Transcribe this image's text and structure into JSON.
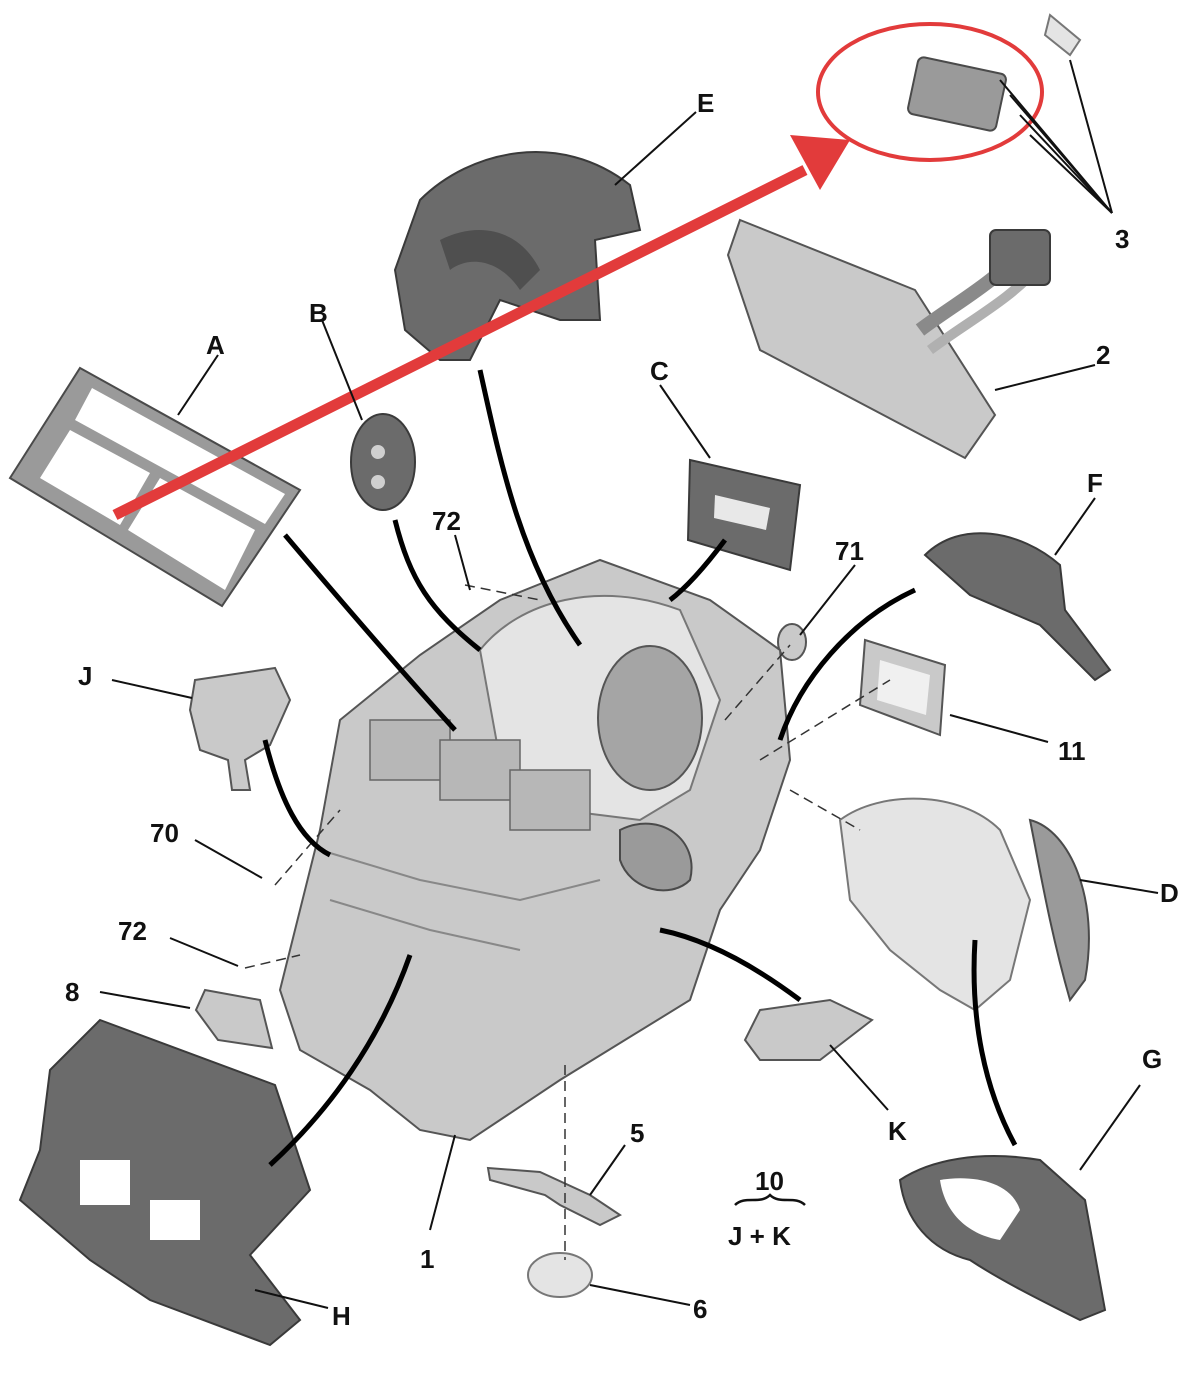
{
  "colors": {
    "highlight": "#e23b3b",
    "part_dark": "#6b6b6b",
    "part_light": "#c9c9c9",
    "line": "#111111"
  },
  "labels": {
    "A": "A",
    "B": "B",
    "C": "C",
    "D": "D",
    "E": "E",
    "F": "F",
    "G": "G",
    "H": "H",
    "J": "J",
    "K": "K",
    "n1": "1",
    "n2": "2",
    "n3": "3",
    "n5": "5",
    "n6": "6",
    "n8": "8",
    "n11": "11",
    "n70": "70",
    "n71": "71",
    "n72_top": "72",
    "n72_left": "72"
  },
  "kit_note": {
    "number": "10",
    "formula": "J + K"
  }
}
